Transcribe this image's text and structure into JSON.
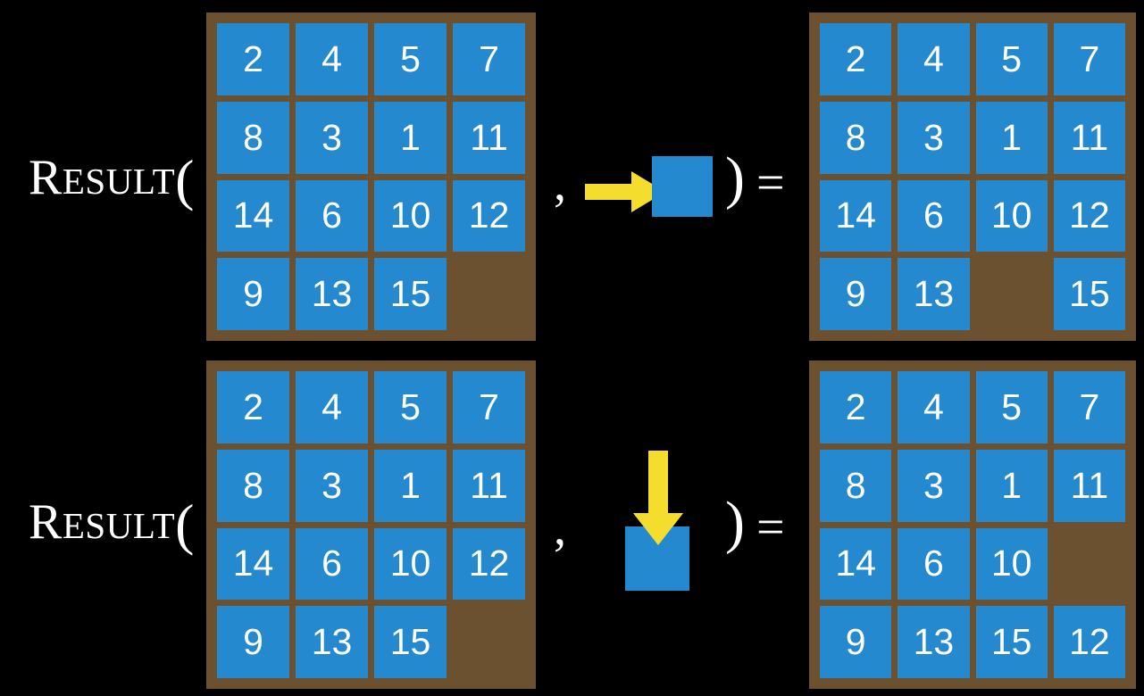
{
  "page": {
    "background_color": "#000000",
    "tile_color": "#2489ce",
    "board_color": "#6b5130",
    "arrow_color": "#f5dd2e",
    "text_color": "#ffffff"
  },
  "rows": [
    {
      "label": {
        "first_letter": "R",
        "rest": "ESULT",
        "open_paren": "("
      },
      "comma": ",",
      "close_paren": ")",
      "equals": "=",
      "action": {
        "direction": "right",
        "arrow_icon": "arrow-right-icon",
        "tile_label": ""
      },
      "input_board": {
        "name": "input-board-row-1",
        "cells": [
          "2",
          "4",
          "5",
          "7",
          "8",
          "3",
          "1",
          "11",
          "14",
          "6",
          "10",
          "12",
          "9",
          "13",
          "15",
          ""
        ],
        "empty_index": 15
      },
      "output_board": {
        "name": "output-board-row-1",
        "cells": [
          "2",
          "4",
          "5",
          "7",
          "8",
          "3",
          "1",
          "11",
          "14",
          "6",
          "10",
          "12",
          "9",
          "13",
          "",
          "15"
        ],
        "empty_index": 14
      }
    },
    {
      "label": {
        "first_letter": "R",
        "rest": "ESULT",
        "open_paren": "("
      },
      "comma": ",",
      "close_paren": ")",
      "equals": "=",
      "action": {
        "direction": "down",
        "arrow_icon": "arrow-down-icon",
        "tile_label": ""
      },
      "input_board": {
        "name": "input-board-row-2",
        "cells": [
          "2",
          "4",
          "5",
          "7",
          "8",
          "3",
          "1",
          "11",
          "14",
          "6",
          "10",
          "12",
          "9",
          "13",
          "15",
          ""
        ],
        "empty_index": 15
      },
      "output_board": {
        "name": "output-board-row-2",
        "cells": [
          "2",
          "4",
          "5",
          "7",
          "8",
          "3",
          "1",
          "11",
          "14",
          "6",
          "10",
          "",
          "9",
          "13",
          "15",
          "12"
        ],
        "empty_index": 11
      }
    }
  ]
}
